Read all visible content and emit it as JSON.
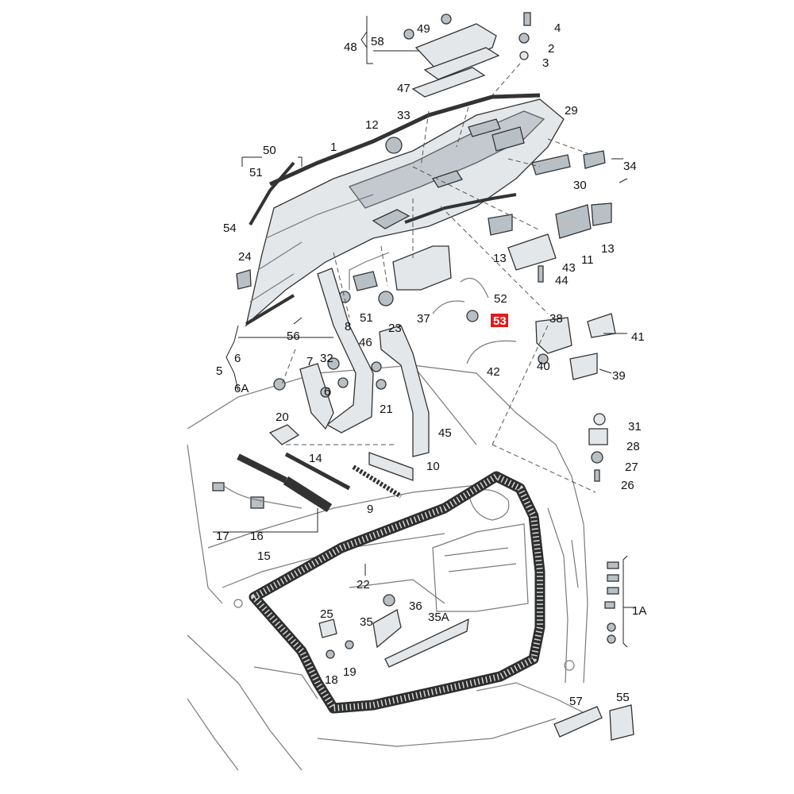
{
  "diagram": {
    "highlight_color": "#e11b1b",
    "labels": [
      {
        "id": "1",
        "text": "1"
      },
      {
        "id": "1A",
        "text": "1A"
      },
      {
        "id": "2",
        "text": "2"
      },
      {
        "id": "3",
        "text": "3"
      },
      {
        "id": "4",
        "text": "4"
      },
      {
        "id": "5",
        "text": "5"
      },
      {
        "id": "6a",
        "text": "6"
      },
      {
        "id": "6b",
        "text": "6"
      },
      {
        "id": "6A",
        "text": "6A"
      },
      {
        "id": "7",
        "text": "7"
      },
      {
        "id": "8",
        "text": "8"
      },
      {
        "id": "9",
        "text": "9"
      },
      {
        "id": "10",
        "text": "10"
      },
      {
        "id": "11",
        "text": "11"
      },
      {
        "id": "12",
        "text": "12"
      },
      {
        "id": "13a",
        "text": "13"
      },
      {
        "id": "13b",
        "text": "13"
      },
      {
        "id": "14",
        "text": "14"
      },
      {
        "id": "15",
        "text": "15"
      },
      {
        "id": "16",
        "text": "16"
      },
      {
        "id": "17",
        "text": "17"
      },
      {
        "id": "18",
        "text": "18"
      },
      {
        "id": "19",
        "text": "19"
      },
      {
        "id": "20",
        "text": "20"
      },
      {
        "id": "21",
        "text": "21"
      },
      {
        "id": "22",
        "text": "22"
      },
      {
        "id": "23",
        "text": "23"
      },
      {
        "id": "24",
        "text": "24"
      },
      {
        "id": "25",
        "text": "25"
      },
      {
        "id": "26",
        "text": "26"
      },
      {
        "id": "27",
        "text": "27"
      },
      {
        "id": "28",
        "text": "28"
      },
      {
        "id": "29",
        "text": "29"
      },
      {
        "id": "30",
        "text": "30"
      },
      {
        "id": "31",
        "text": "31"
      },
      {
        "id": "32",
        "text": "32"
      },
      {
        "id": "33",
        "text": "33"
      },
      {
        "id": "34",
        "text": "34"
      },
      {
        "id": "35",
        "text": "35"
      },
      {
        "id": "35A",
        "text": "35A"
      },
      {
        "id": "36",
        "text": "36"
      },
      {
        "id": "37",
        "text": "37"
      },
      {
        "id": "38",
        "text": "38"
      },
      {
        "id": "39",
        "text": "39"
      },
      {
        "id": "40",
        "text": "40"
      },
      {
        "id": "41",
        "text": "41"
      },
      {
        "id": "42",
        "text": "42"
      },
      {
        "id": "43",
        "text": "43"
      },
      {
        "id": "44",
        "text": "44"
      },
      {
        "id": "45",
        "text": "45"
      },
      {
        "id": "46",
        "text": "46"
      },
      {
        "id": "47",
        "text": "47"
      },
      {
        "id": "48",
        "text": "48"
      },
      {
        "id": "49",
        "text": "49"
      },
      {
        "id": "50",
        "text": "50"
      },
      {
        "id": "51a",
        "text": "51"
      },
      {
        "id": "51b",
        "text": "51"
      },
      {
        "id": "52",
        "text": "52"
      },
      {
        "id": "53",
        "text": "53",
        "highlighted": true
      },
      {
        "id": "54",
        "text": "54"
      },
      {
        "id": "55",
        "text": "55"
      },
      {
        "id": "56",
        "text": "56"
      },
      {
        "id": "57",
        "text": "57"
      },
      {
        "id": "58",
        "text": "58"
      }
    ]
  }
}
